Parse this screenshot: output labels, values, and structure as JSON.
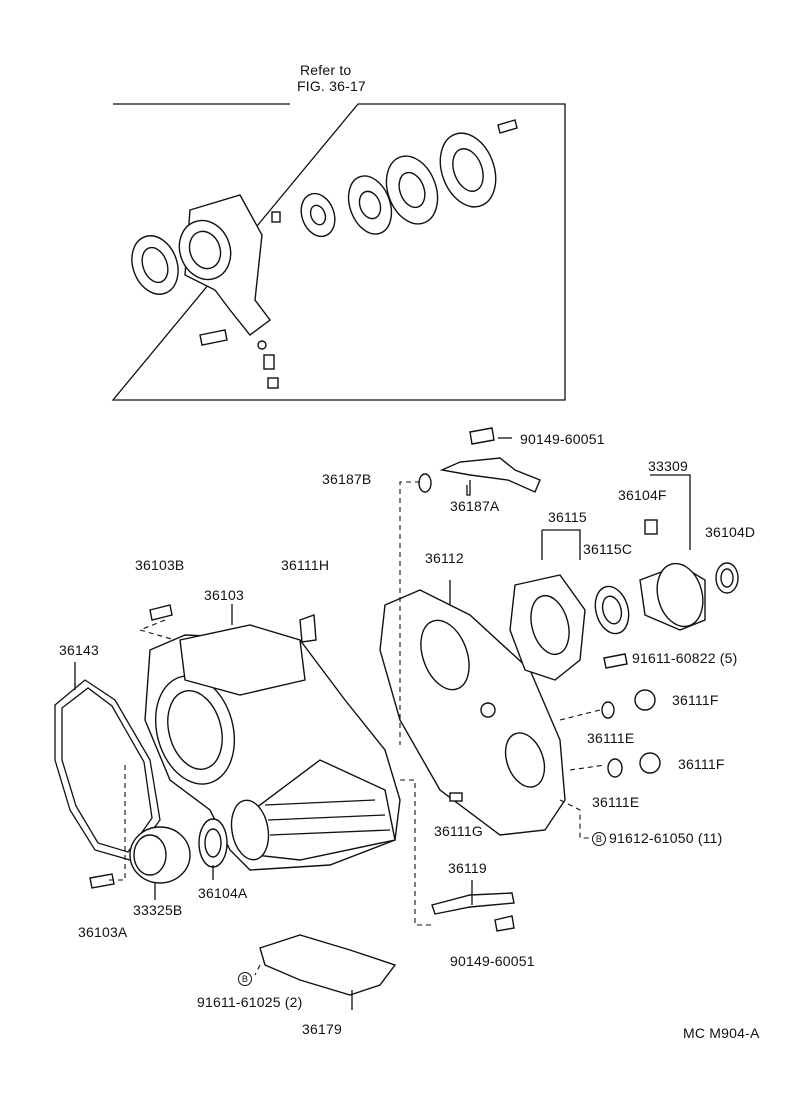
{
  "refer_box": {
    "line1": "Refer to",
    "line2": "FIG. 36-17"
  },
  "footer_code": "MC  M904-A",
  "bolt_marker": "B",
  "labels": {
    "p90149_top": "90149-60051",
    "p36187B": "36187B",
    "p36187A": "36187A",
    "p33309": "33309",
    "p36104F": "36104F",
    "p36104D": "36104D",
    "p36115": "36115",
    "p36115C": "36115C",
    "p36112": "36112",
    "p36103B": "36103B",
    "p36111H": "36111H",
    "p36103": "36103",
    "p36143": "36143",
    "p91611_60822": "91611-60822 (5)",
    "p36111F_1": "36111F",
    "p36111E_1": "36111E",
    "p36111F_2": "36111F",
    "p36111E_2": "36111E",
    "p36111G": "36111G",
    "p91612": "91612-61050 (11)",
    "p36119": "36119",
    "p90149_bot": "90149-60051",
    "p91611_61025": "91611-61025 (2)",
    "p36179": "36179",
    "p36103A": "36103A",
    "p33325B": "33325B",
    "p36104A": "36104A"
  }
}
